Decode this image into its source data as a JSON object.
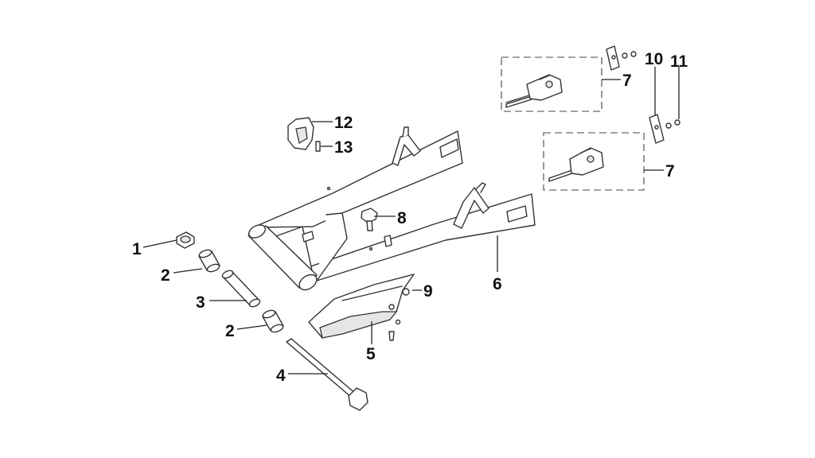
{
  "callouts": {
    "c1": "1",
    "c2a": "2",
    "c2b": "2",
    "c3": "3",
    "c4": "4",
    "c5": "5",
    "c6": "6",
    "c7a": "7",
    "c7b": "7",
    "c8": "8",
    "c9": "9",
    "c10": "10",
    "c11": "11",
    "c12": "12",
    "c13": "13"
  },
  "colors": {
    "line": "#333333",
    "part_shade": "#e6e6e6",
    "background": "#ffffff"
  }
}
